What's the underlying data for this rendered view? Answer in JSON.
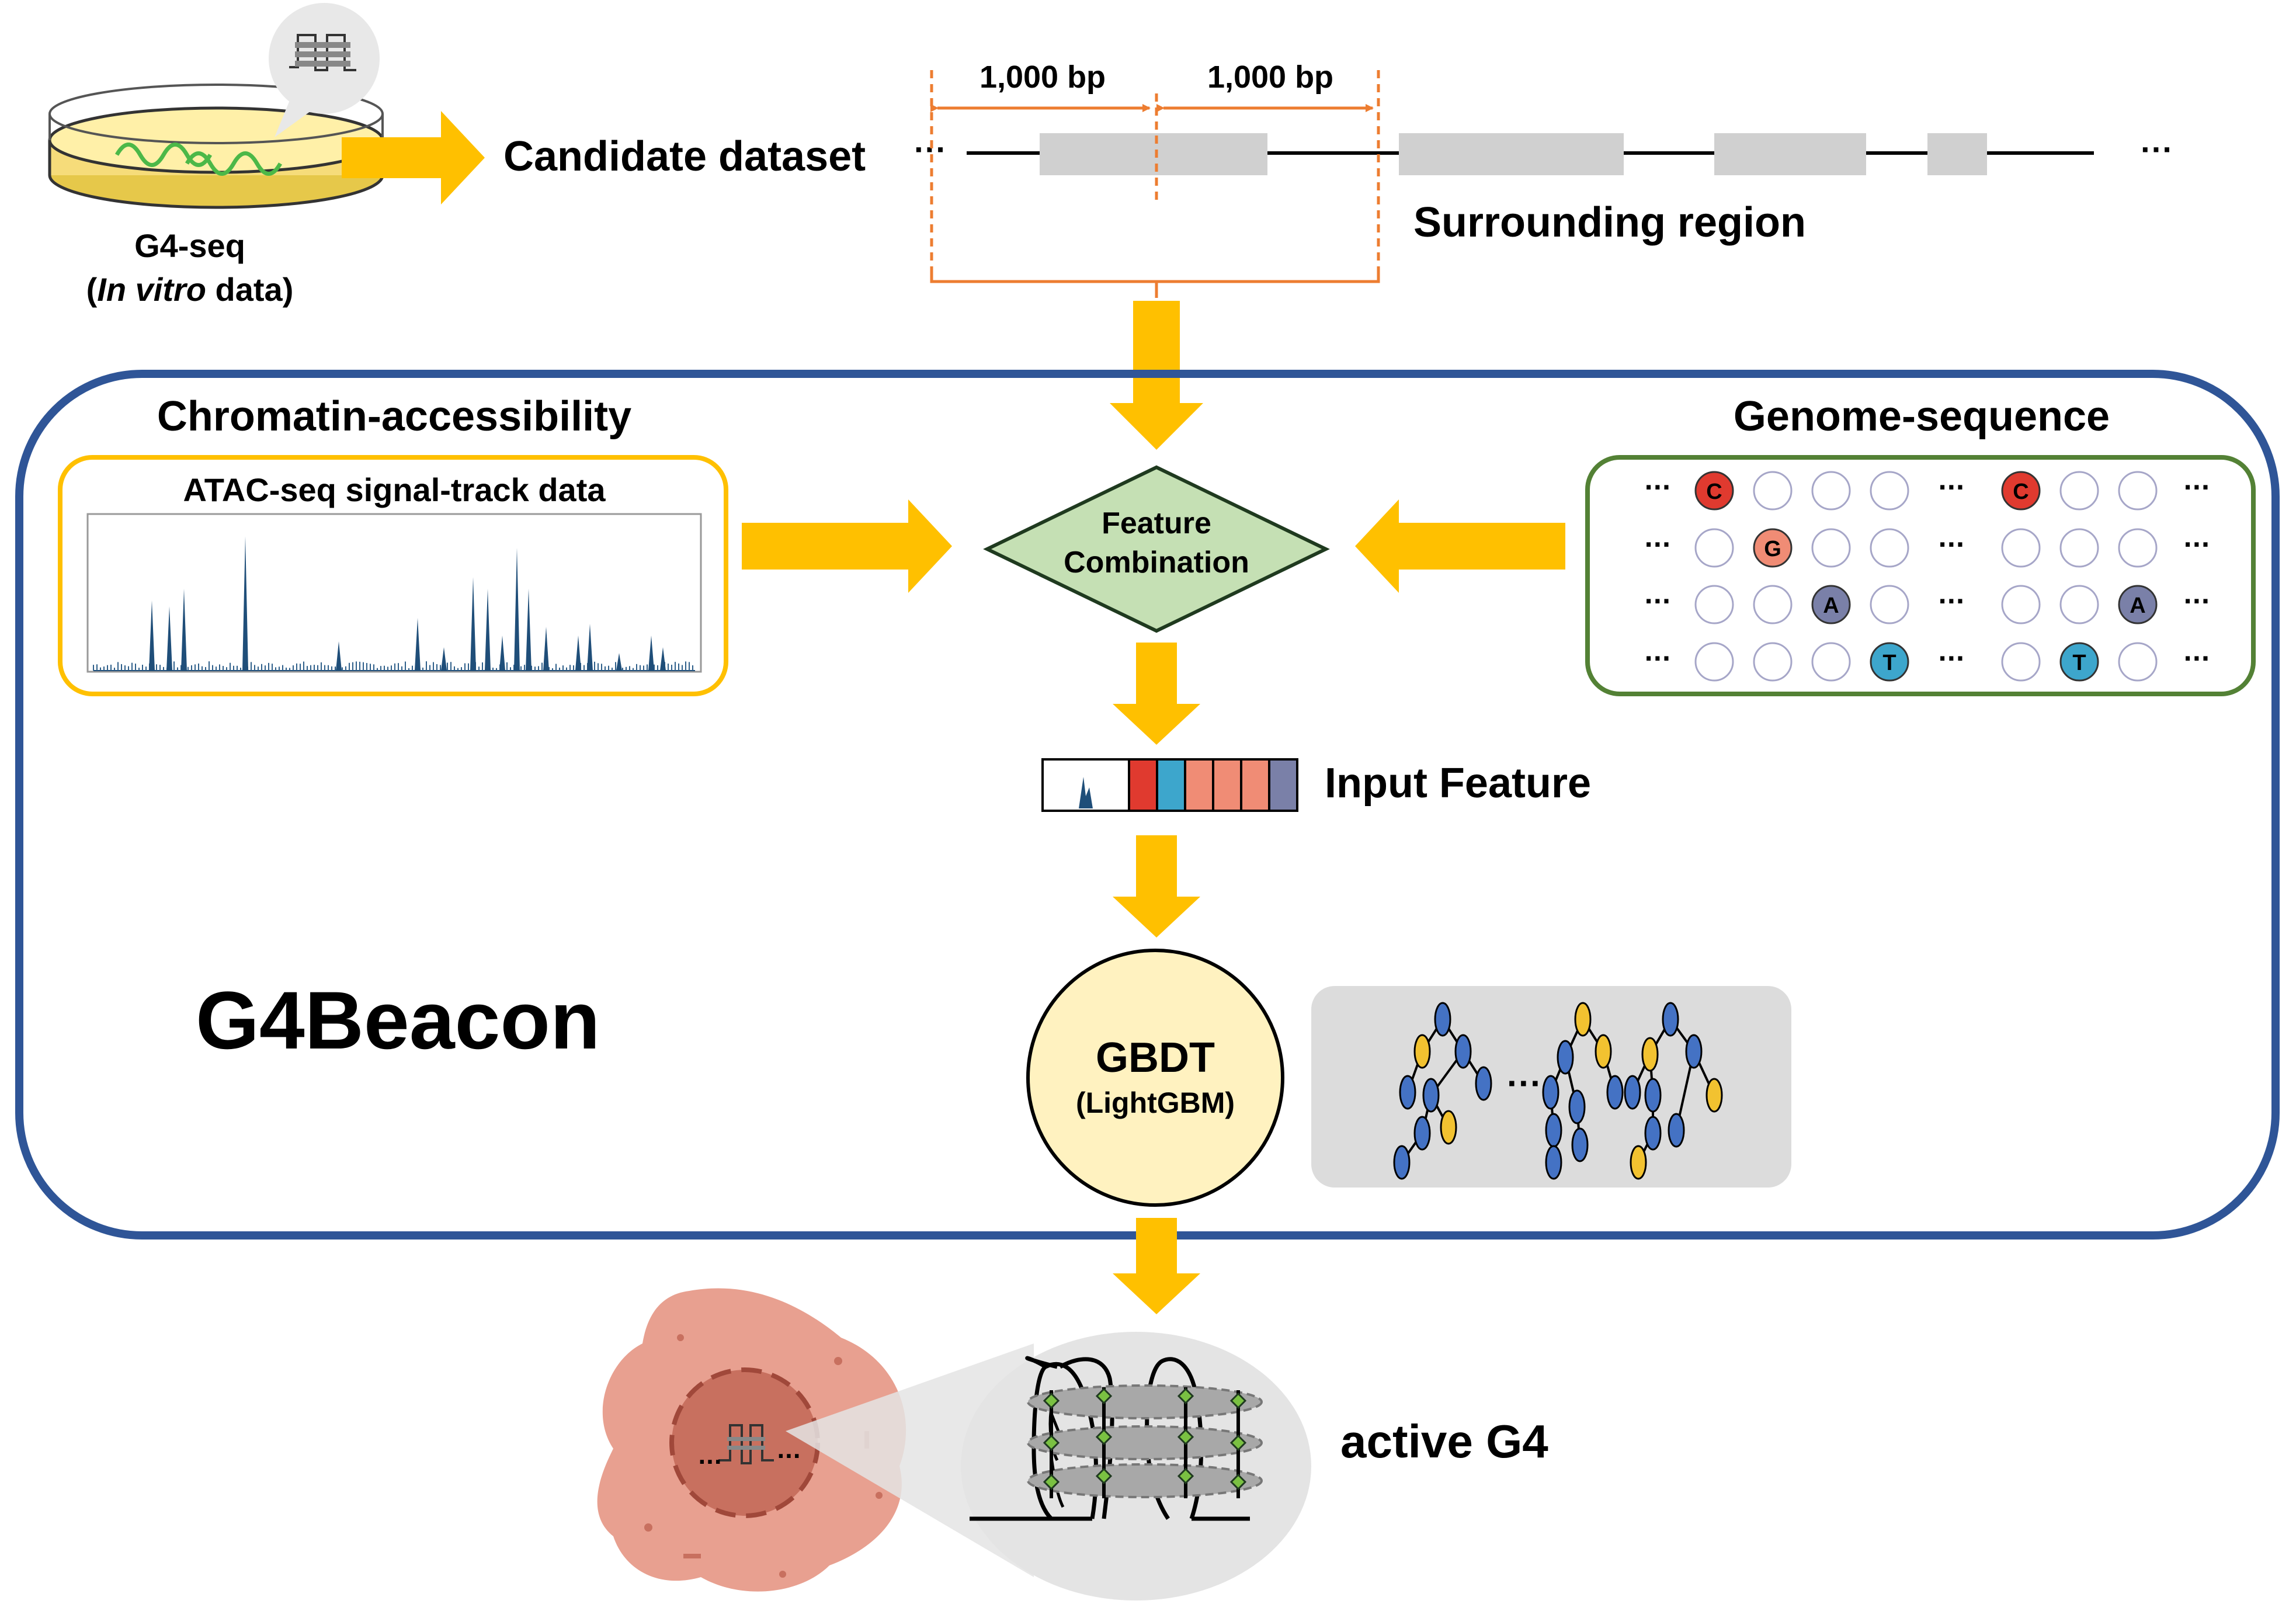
{
  "labels": {
    "g4seq": "G4-seq",
    "in_vitro_open": "(",
    "in_vitro_italic": "In vitro",
    "in_vitro_rest": " data)",
    "candidate": "Candidate dataset",
    "bp_left": "1,000 bp",
    "bp_right": "1,000 bp",
    "surrounding": "Surrounding region",
    "ellipsis": "···",
    "chromatin": "Chromatin-accessibility",
    "atac": "ATAC-seq signal-track data",
    "genome": "Genome-sequence",
    "feature_line1": "Feature",
    "feature_line2": "Combination",
    "input_feature": "Input Feature",
    "g4beacon": "G4Beacon",
    "gbdt": "GBDT",
    "lightgbm": "(LightGBM)",
    "active_g4": "active G4",
    "tree_ellipsis": "···"
  },
  "genome_rows": [
    [
      "C",
      "",
      "",
      "",
      "C",
      "",
      ""
    ],
    [
      "",
      "G",
      "",
      "",
      "",
      "",
      ""
    ],
    [
      "",
      "",
      "A",
      "",
      "",
      "",
      "A"
    ],
    [
      "",
      "",
      "",
      "T",
      "",
      "T",
      ""
    ]
  ],
  "colors": {
    "arrow": "#FFC000",
    "frame": "#2F5597",
    "atac_border": "#FFC000",
    "genome_border": "#538135",
    "diamond_fill": "#C5E0B4",
    "diamond_stroke": "#1F3A1F",
    "bracket": "#ED7D31",
    "region_box": "#D0D0D0",
    "base_C": "#E03A2F",
    "base_G": "#F08C75",
    "base_A": "#7A80A8",
    "base_T": "#3DA6CC",
    "gbdt_fill": "#FFF2C0",
    "tree_panel": "#DCDCDC",
    "node_blue": "#4472C4",
    "node_yellow": "#F2C230",
    "cell_fill": "#E8A090",
    "nucleus_fill": "#C8705F"
  },
  "feature_vector": [
    "#FFFFFF",
    "#E03A2F",
    "#3DA6CC",
    "#F08C75",
    "#F08C75",
    "#F08C75",
    "#7A80A8"
  ]
}
